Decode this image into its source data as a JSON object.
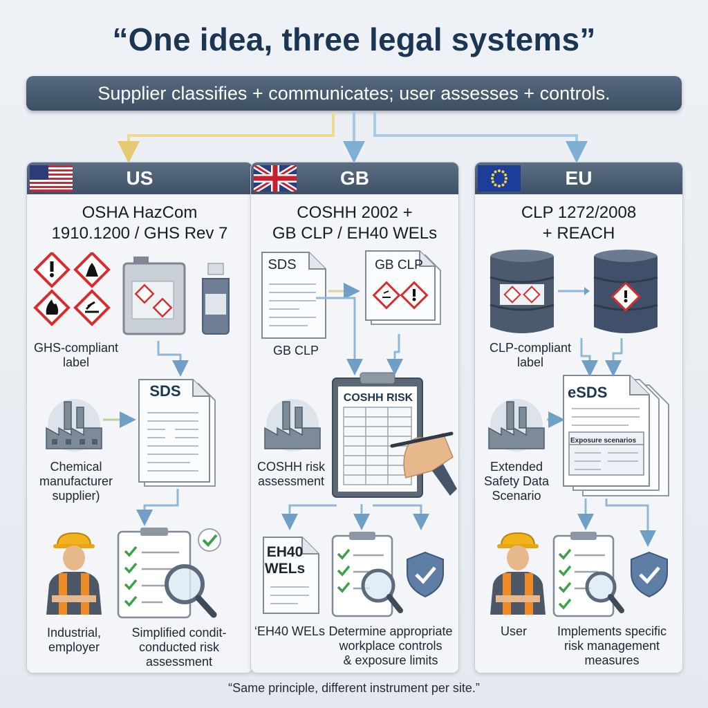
{
  "title": "“One idea, three legal systems”",
  "banner": "Supplier classifies + communicates; user assesses + controls.",
  "footer": "“Same principle, different instrument per site.”",
  "colors": {
    "banner": "#3d4f63",
    "header": "#4b5d72",
    "arrow": "#6f9fc4",
    "hazard_red": "#d92b2b",
    "check_green": "#3aa24a"
  },
  "columns": [
    {
      "code": "US",
      "flag": "us-flag-icon",
      "law_line1": "OSHA HazCom",
      "law_line2": "1910.1200 / GHS Rev 7",
      "doc_title": "SDS",
      "label_line1": "GHS-compliant",
      "label_line2": "label",
      "actor_line1": "Chemical",
      "actor_line2": "manufacturer",
      "actor_line3": "supplier)",
      "worker_line1": "Industrial,",
      "worker_line2": "employer",
      "assess_line1": "Simplified condit-",
      "assess_line2": "conducted risk",
      "assess_line3": "assessment"
    },
    {
      "code": "GB",
      "flag": "uk-flag-icon",
      "law_line1": "COSHH 2002 +",
      "law_line2": "GB CLP / EH40 WELs",
      "sds_title": "SDS",
      "clp_title": "GB CLP",
      "sds_caption": "GB CLP",
      "clipboard_title": "COSHH RISK",
      "actor_line1": "COSHH risk",
      "actor_line2": "assessment",
      "eh40_title_line1": "EH40",
      "eh40_title_line2": "WELs",
      "eh40_caption": "‘EH40 WELs",
      "controls_line1": "Determine appropriate",
      "controls_line2": "workplace controls",
      "controls_line3": "& exposure limits"
    },
    {
      "code": "EU",
      "flag": "eu-flag-icon",
      "law_line1": "CLP 1272/2008",
      "law_line2": "+ REACH",
      "label_line1": "CLP-compliant",
      "label_line2": "label",
      "esds_title": "eSDS",
      "exposure_box": "Exposure scenarios",
      "actor_line1": "Extended",
      "actor_line2": "Safety Data",
      "actor_line3": "Scenario",
      "worker_line1": "User",
      "measures_line1": "Implements specific",
      "measures_line2": "risk management",
      "measures_line3": "measures"
    }
  ]
}
